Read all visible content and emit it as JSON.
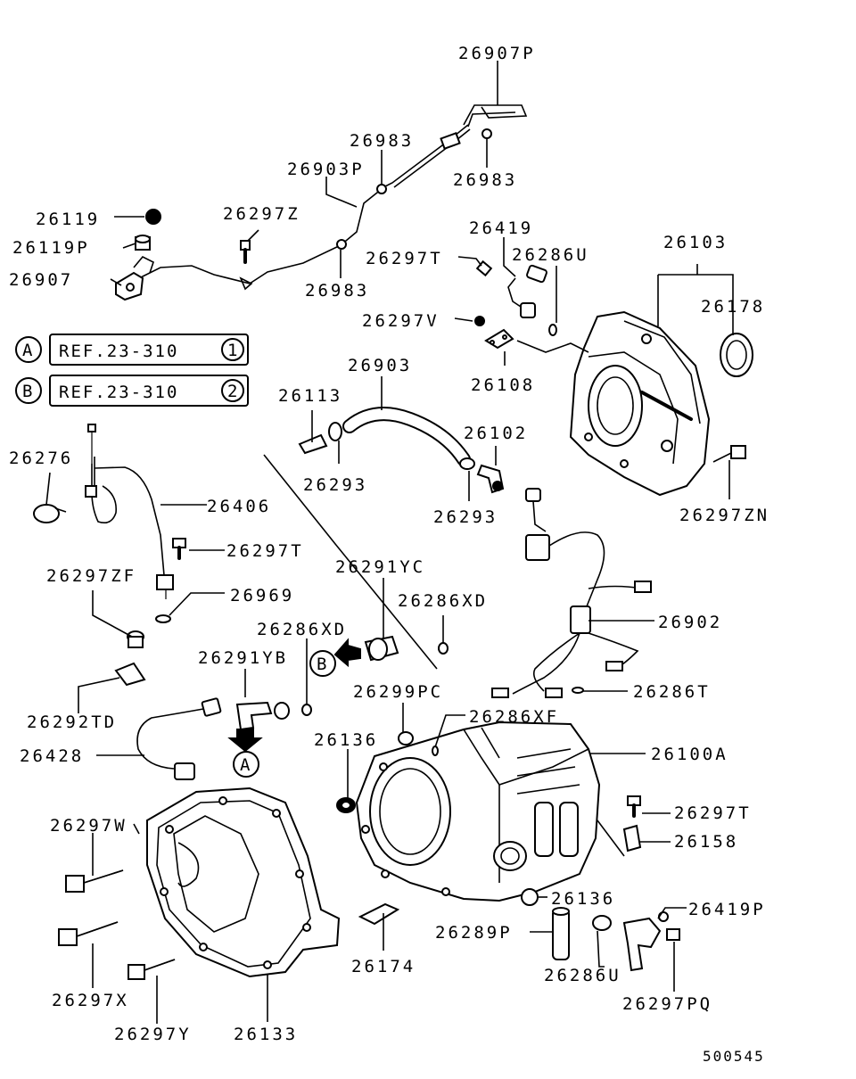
{
  "diagram_id": "500545",
  "references": [
    {
      "circle": "A",
      "text": "REF.23-310",
      "num": "1"
    },
    {
      "circle": "B",
      "text": "REF.23-310",
      "num": "2"
    }
  ],
  "markers": {
    "a": "A",
    "b": "B"
  },
  "parts": {
    "p26907P": "26907P",
    "p26983_a": "26983",
    "p26983_b": "26983",
    "p26983_c": "26983",
    "p26903P": "26903P",
    "p26119": "26119",
    "p26119P": "26119P",
    "p26297Z": "26297Z",
    "p26907": "26907",
    "p26419": "26419",
    "p26297T_a": "26297T",
    "p26286U_a": "26286U",
    "p26103": "26103",
    "p26178": "26178",
    "p26297V": "26297V",
    "p26108": "26108",
    "p26903": "26903",
    "p26113": "26113",
    "p26102": "26102",
    "p26293_a": "26293",
    "p26293_b": "26293",
    "p26297ZN": "26297ZN",
    "p26276": "26276",
    "p26406": "26406",
    "p26297T_b": "26297T",
    "p26291YC": "26291YC",
    "p26297ZF": "26297ZF",
    "p26969": "26969",
    "p26286XD_a": "26286XD",
    "p26286XD_b": "26286XD",
    "p26902": "26902",
    "p26291YB": "26291YB",
    "p26292TD": "26292TD",
    "p26299PC": "26299PC",
    "p26286T": "26286T",
    "p26286XF": "26286XF",
    "p26136_a": "26136",
    "p26100A": "26100A",
    "p26428": "26428",
    "p26297W": "26297W",
    "p26297T_c": "26297T",
    "p26158": "26158",
    "p26136_b": "26136",
    "p26419P": "26419P",
    "p26289P": "26289P",
    "p26286U_b": "26286U",
    "p26297X": "26297X",
    "p26174": "26174",
    "p26297PQ": "26297PQ",
    "p26297Y": "26297Y",
    "p26133": "26133"
  }
}
